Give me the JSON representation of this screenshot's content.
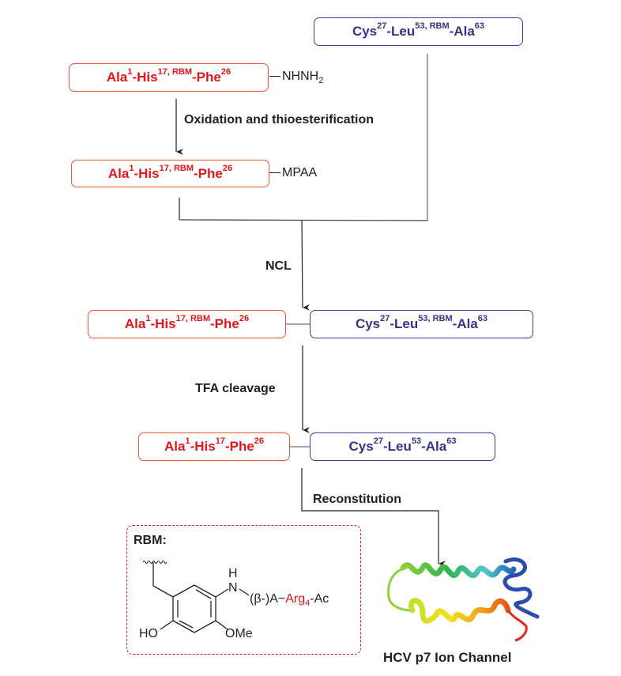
{
  "scheme": {
    "colors": {
      "n_fragment": "#e3151b",
      "n_fragment_border": "#e8583a",
      "c_fragment": "#33338a",
      "c_fragment_border": "#3b3f96",
      "rbm_border": "#e3151b",
      "text": "#231f20"
    },
    "top_c_fragment": {
      "parts": [
        "Cys",
        "27",
        "-Leu",
        "53, RBM",
        "-Ala",
        "63"
      ]
    },
    "n_fragment_hydrazide": {
      "parts": [
        "Ala",
        "1",
        "-His",
        "17, RBM",
        "-Phe",
        "26"
      ],
      "terminus": "NHNH",
      "terminus_sub": "2"
    },
    "step1_label": "Oxidation and thioesterification",
    "n_fragment_thioester": {
      "parts": [
        "Ala",
        "1",
        "-His",
        "17, RBM",
        "-Phe",
        "26"
      ],
      "terminus": "MPAA"
    },
    "step2_label": "NCL",
    "ligated_product": {
      "n_parts": [
        "Ala",
        "1",
        "-His",
        "17, RBM",
        "-Phe",
        "26"
      ],
      "c_parts": [
        "Cys",
        "27",
        "-Leu",
        "53, RBM",
        "-Ala",
        "63"
      ]
    },
    "step3_label": "TFA cleavage",
    "final_product": {
      "n_parts": [
        "Ala",
        "1",
        "-His",
        "17",
        "-Phe",
        "26"
      ],
      "c_parts": [
        "Cys",
        "27",
        "-Leu",
        "53",
        "-Ala",
        "63"
      ]
    },
    "step4_label": "Reconstitution",
    "rbm": {
      "title": "RBM:",
      "nh_h": "H",
      "nh_n": "N",
      "linker": "(β-)A",
      "dash": "−",
      "arg": "Arg",
      "arg_sub": "4",
      "cap": "-Ac",
      "ho": "HO",
      "ome": "OMe"
    },
    "protein_caption": "HCV p7 Ion Channel"
  }
}
